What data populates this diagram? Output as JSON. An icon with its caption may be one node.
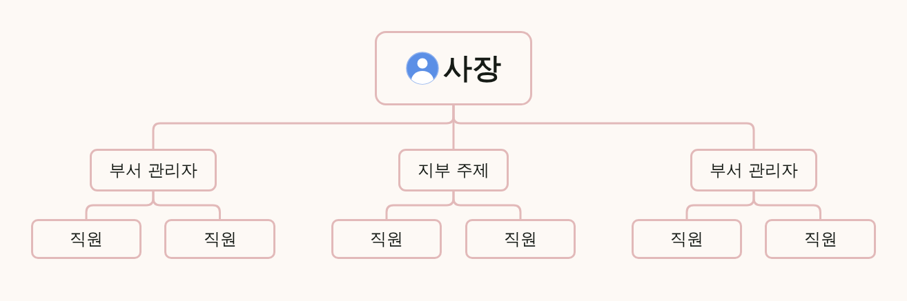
{
  "diagram": {
    "nodes": [
      {
        "text": [
          "사장"
        ]
      },
      {
        "text": [
          "부서 관리자"
        ]
      },
      {
        "text": [
          "지부 주제"
        ]
      },
      {
        "text": [
          "부서 관리자"
        ]
      },
      {
        "text": [
          "직원"
        ]
      },
      {
        "text": [
          "직원"
        ]
      },
      {
        "text": [
          "직원"
        ]
      },
      {
        "text": [
          "직원"
        ]
      },
      {
        "text": [
          "직원"
        ]
      },
      {
        "text": [
          "직원"
        ]
      }
    ],
    "edges": [
      {
        "from": 0,
        "to": 1,
        "arrow": "none"
      },
      {
        "from": 0,
        "to": 2,
        "arrow": "none"
      },
      {
        "from": 0,
        "to": 3,
        "arrow": "none"
      },
      {
        "from": 1,
        "to": 4,
        "arrow": "none"
      },
      {
        "from": 1,
        "to": 5,
        "arrow": "none"
      },
      {
        "from": 2,
        "to": 6,
        "arrow": "none"
      },
      {
        "from": 2,
        "to": 7,
        "arrow": "none"
      },
      {
        "from": 3,
        "to": 8,
        "arrow": "none"
      },
      {
        "from": 3,
        "to": 9,
        "arrow": "none"
      }
    ]
  }
}
